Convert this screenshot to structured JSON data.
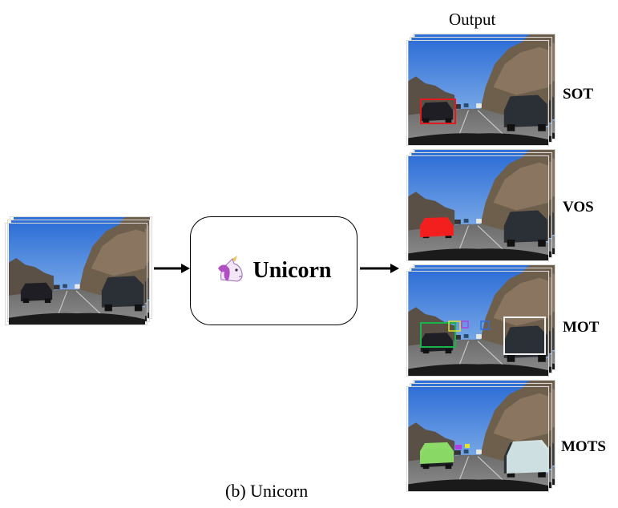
{
  "output_title": "Output",
  "model": {
    "label": "Unicorn",
    "icon": "unicorn-icon"
  },
  "caption": "(b) Unicorn",
  "tasks": [
    {
      "label": "SOT"
    },
    {
      "label": "VOS"
    },
    {
      "label": "MOT"
    },
    {
      "label": "MOTS"
    }
  ],
  "colors": {
    "sot_box": "#e31a1c",
    "vos_mask": "#ff2020",
    "mot_box_green": "#19b24b",
    "mot_box_white": "#f2f2f2",
    "mots_mask_green": "#8fe36a",
    "mots_mask_white": "#dff3f3"
  }
}
